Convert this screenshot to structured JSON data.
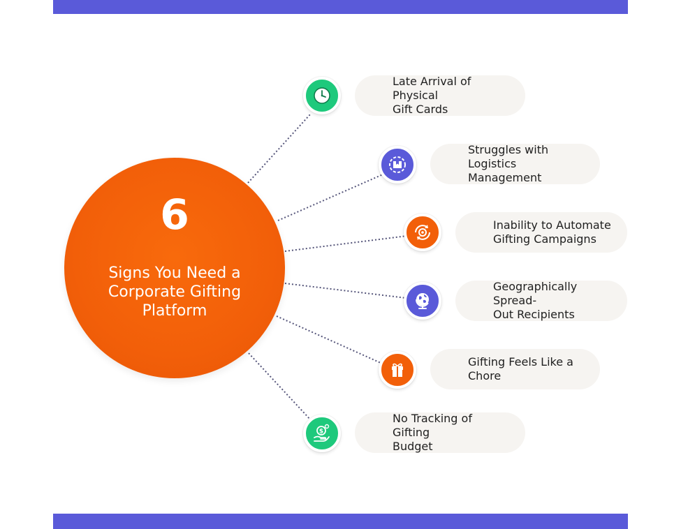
{
  "hub": {
    "number": "6",
    "title_lines": [
      "Signs You Need a",
      "Corporate Gifting",
      "Platform"
    ]
  },
  "colors": {
    "band": "#5a5ad9",
    "hub": "#f25f09",
    "green": "#1ec97c",
    "purple": "#5a5ad9",
    "orange": "#f25f09",
    "pill": "#f6f4f1",
    "connector": "#55557a"
  },
  "signs": [
    {
      "lines": [
        "Late Arrival of Physical",
        "Gift Cards"
      ],
      "icon": "clock-icon",
      "color": "green"
    },
    {
      "lines": [
        "Struggles with",
        "Logistics Management"
      ],
      "icon": "logistics-icon",
      "color": "purple"
    },
    {
      "lines": [
        "Inability to Automate",
        "Gifting Campaigns"
      ],
      "icon": "automation-icon",
      "color": "orange"
    },
    {
      "lines": [
        "Geographically Spread-",
        "Out Recipients"
      ],
      "icon": "globe-icon",
      "color": "purple"
    },
    {
      "lines": [
        "Gifting Feels Like a Chore"
      ],
      "icon": "gift-icon",
      "color": "orange"
    },
    {
      "lines": [
        "No Tracking of Gifting",
        "Budget"
      ],
      "icon": "budget-icon",
      "color": "green"
    }
  ]
}
